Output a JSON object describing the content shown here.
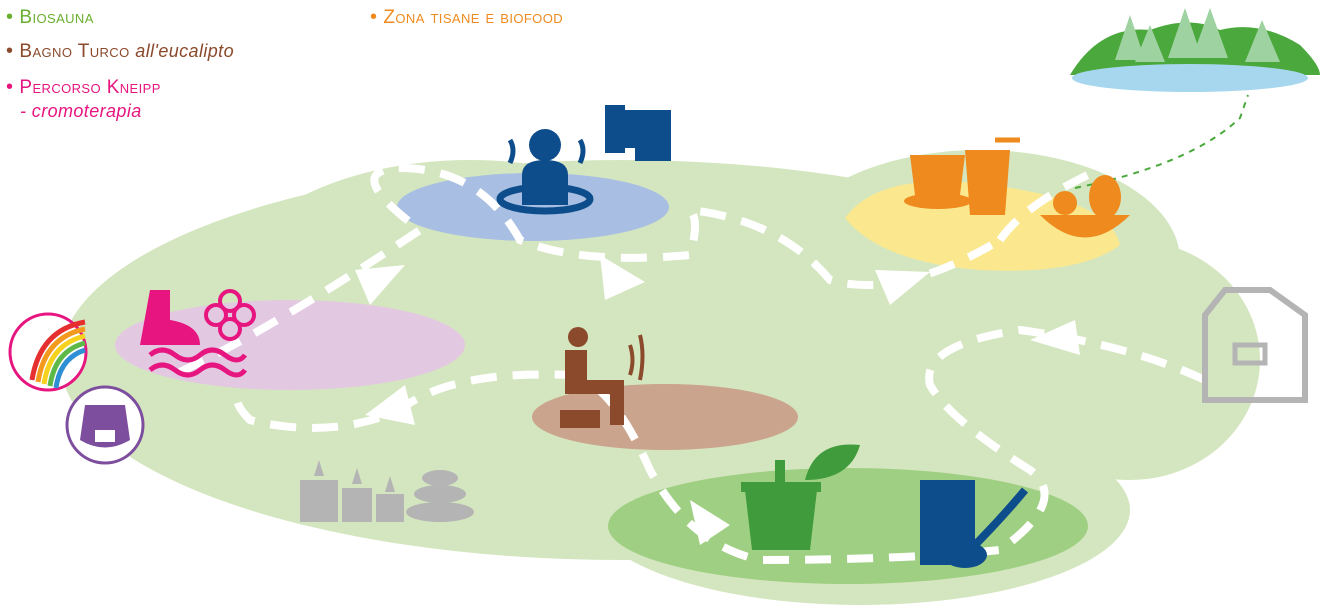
{
  "legend": {
    "biosauna": {
      "label": "Biosauna",
      "color": "#6aaf2f"
    },
    "bagno": {
      "label": "Bagno Turco",
      "note": "all'eucalipto",
      "color": "#8b4a2b"
    },
    "kneipp": {
      "label": "Percorso Kneipp",
      "sub": "- cromoterapia",
      "color": "#e6157f"
    },
    "tisane": {
      "label": "Zona tisane e biofood",
      "color": "#ef8a1e"
    }
  },
  "zones": [
    {
      "id": "kneipp",
      "color": "#e3c8e2"
    },
    {
      "id": "relax",
      "color": "#caa48c"
    },
    {
      "id": "steam",
      "color": "#a8bfe3"
    },
    {
      "id": "tisane",
      "color": "#fbe88e"
    },
    {
      "id": "biosauna",
      "color": "#9fcf82"
    }
  ],
  "colors": {
    "park": "#d4e6bf",
    "path": "#ffffff",
    "lake": "#a7d7ee",
    "mountain": "#4aa83c",
    "tree": "#9fd2a1",
    "steam_icon": "#0e4d8c",
    "relax_icon": "#8b4a2b",
    "sauna_icon": "#3f9b3c",
    "food_icon": "#ef8a1e",
    "kneipp_icon": "#e6157f",
    "aroma_icon": "#7d4d9e",
    "grey_icon": "#b4b4b4"
  },
  "icons": [
    "steam-bath-person-icon",
    "towel-icon",
    "tea-cup-icon",
    "juice-glass-icon",
    "fruit-bowl-icon",
    "foot-icon",
    "flower-icon",
    "waves-icon",
    "rainbow-icon",
    "aroma-diffuser-icon",
    "sitting-person-icon",
    "sauna-bucket-icon",
    "leaves-icon",
    "sauna-ladle-icon",
    "candles-icon",
    "hot-stones-icon",
    "bathrobe-icon",
    "lake-forest-icon"
  ]
}
